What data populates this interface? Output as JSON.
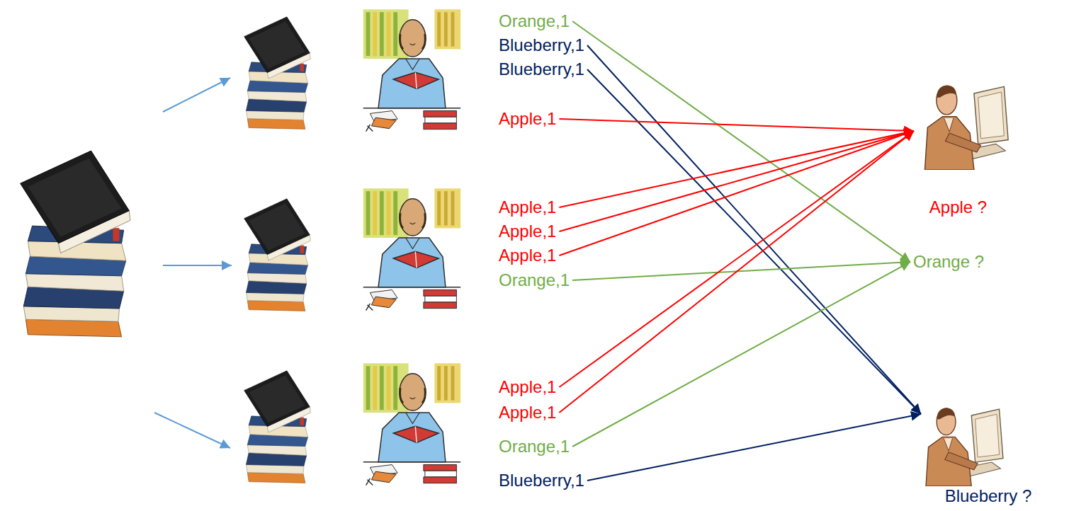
{
  "diagram": {
    "nodes": [
      {
        "text": [
          "Orange,1"
        ]
      },
      {
        "text": [
          "Blueberry,1"
        ]
      },
      {
        "text": [
          "Blueberry,1"
        ]
      },
      {
        "text": [
          "Apple,1"
        ]
      },
      {
        "text": [
          "Apple,1"
        ]
      },
      {
        "text": [
          "Apple,1"
        ]
      },
      {
        "text": [
          "Apple,1"
        ]
      },
      {
        "text": [
          "Orange,1"
        ]
      },
      {
        "text": [
          "Apple,1"
        ]
      },
      {
        "text": [
          "Apple,1"
        ]
      },
      {
        "text": [
          "Orange,1"
        ]
      },
      {
        "text": [
          "Blueberry,1"
        ]
      },
      {
        "text": [
          "Apple ?"
        ]
      },
      {
        "text": [
          "Orange ?"
        ]
      },
      {
        "text": [
          "Blueberry ?"
        ]
      }
    ],
    "edges": [
      {
        "from": 0,
        "to": 13,
        "arrow": "to"
      },
      {
        "from": 1,
        "to": 14,
        "arrow": "to"
      },
      {
        "from": 2,
        "to": 14,
        "arrow": "to"
      },
      {
        "from": 3,
        "to": 12,
        "arrow": "to"
      },
      {
        "from": 4,
        "to": 12,
        "arrow": "to"
      },
      {
        "from": 5,
        "to": 12,
        "arrow": "to"
      },
      {
        "from": 6,
        "to": 12,
        "arrow": "to"
      },
      {
        "from": 7,
        "to": 13,
        "arrow": "to"
      },
      {
        "from": 8,
        "to": 12,
        "arrow": "to"
      },
      {
        "from": 9,
        "to": 12,
        "arrow": "to"
      },
      {
        "from": 10,
        "to": 13,
        "arrow": "to"
      },
      {
        "from": 11,
        "to": 14,
        "arrow": "to"
      }
    ]
  }
}
